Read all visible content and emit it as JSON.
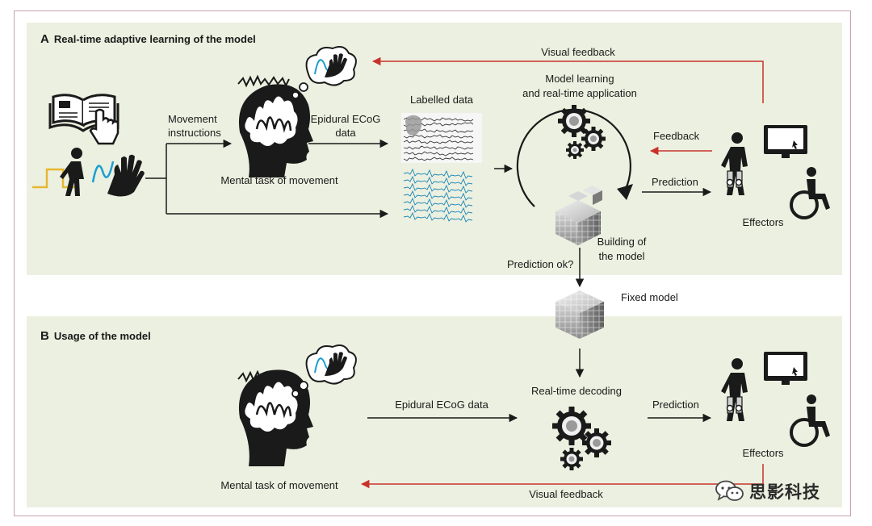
{
  "panel_a": {
    "letter": "A",
    "title": "Real-time adaptive learning of the model",
    "movement_instructions_1": "Movement",
    "movement_instructions_2": "instructions",
    "mental_task": "Mental task of movement",
    "ecog_1": "Epidural ECoG",
    "ecog_2": "data",
    "labelled_data": "Labelled data",
    "model_learning_1": "Model learning",
    "model_learning_2": "and real-time application",
    "visual_feedback": "Visual feedback",
    "feedback": "Feedback",
    "prediction": "Prediction",
    "effectors": "Effectors",
    "building_1": "Building of",
    "building_2": "the model",
    "prediction_ok": "Prediction ok?"
  },
  "middle": {
    "fixed_model": "Fixed model"
  },
  "panel_b": {
    "letter": "B",
    "title": "Usage of the model",
    "mental_task": "Mental task of movement",
    "ecog": "Epidural ECoG data",
    "decoding": "Real-time decoding",
    "prediction": "Prediction",
    "effectors": "Effectors",
    "visual_feedback": "Visual feedback"
  },
  "watermark": {
    "text": "思影科技"
  },
  "colors": {
    "panel_bg": "#ecf0e0",
    "feedback_arrow": "#c8322a",
    "cyan_signal": "#1a9fd0",
    "yellow_step": "#e6b830",
    "frame": "#c8a0ae"
  }
}
